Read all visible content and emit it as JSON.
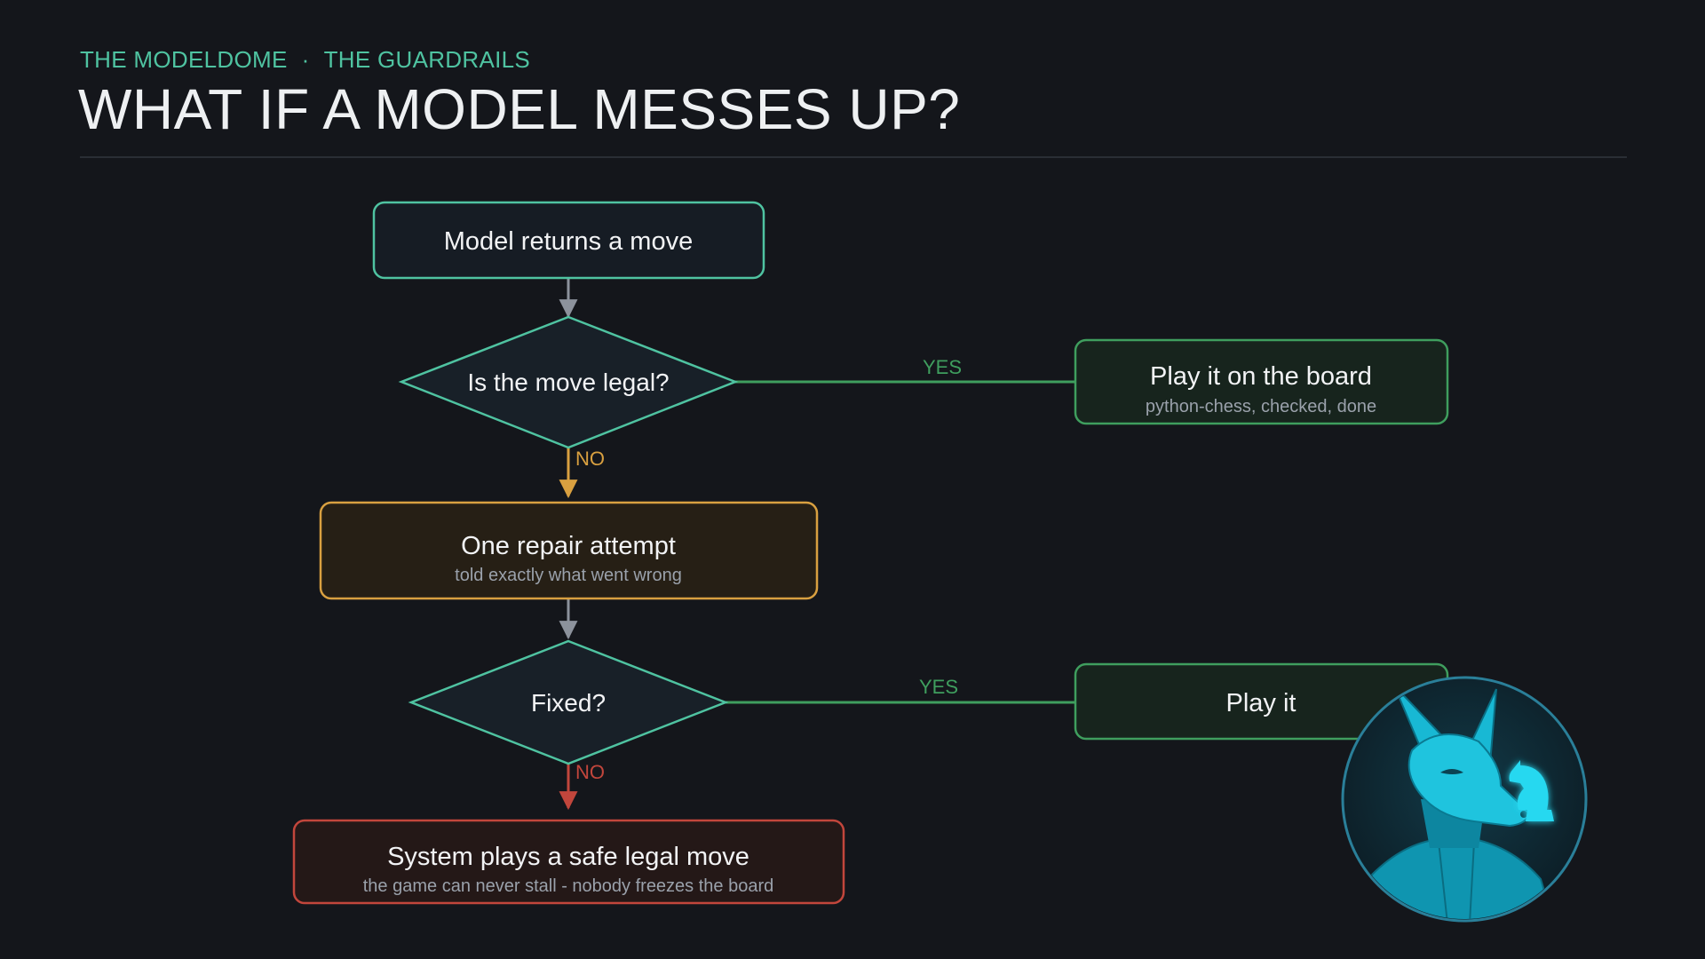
{
  "header": {
    "eyebrow_left": "THE MODELDOME",
    "eyebrow_sep": "·",
    "eyebrow_right": "THE GUARDRAILS",
    "title": "WHAT IF A MODEL MESSES UP?"
  },
  "colors": {
    "background": "#14161b",
    "teal": "#4fc3a1",
    "green": "#3f9e5e",
    "amber": "#d9a040",
    "red": "#c2463c",
    "gray_arrow": "#8c929c"
  },
  "flow": {
    "start": {
      "title": "Model returns a move"
    },
    "decision1": {
      "title": "Is the move legal?"
    },
    "yes1": {
      "label": "YES"
    },
    "no1": {
      "label": "NO"
    },
    "play_board": {
      "title": "Play it on the board",
      "sub": "python-chess, checked, done"
    },
    "repair": {
      "title": "One repair attempt",
      "sub": "told exactly what went wrong"
    },
    "decision2": {
      "title": "Fixed?"
    },
    "yes2": {
      "label": "YES"
    },
    "no2": {
      "label": "NO"
    },
    "play_it": {
      "title": "Play it"
    },
    "fallback": {
      "title": "System plays a safe legal move",
      "sub": "the game can never stall - nobody freezes the board"
    }
  },
  "mascot": {
    "icon": "fox-robot-chess-knight-avatar"
  }
}
